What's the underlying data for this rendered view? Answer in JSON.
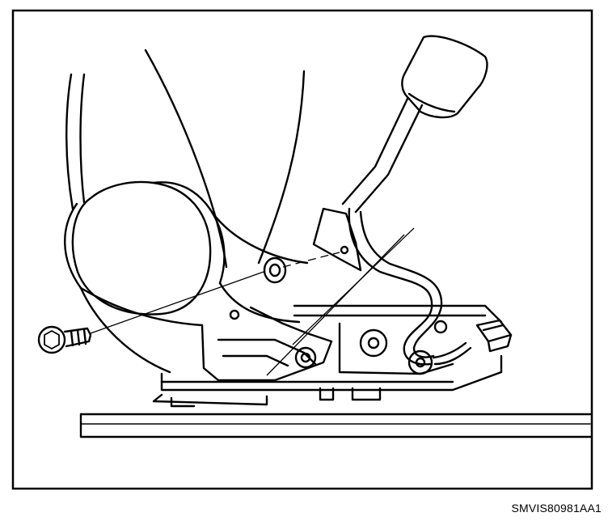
{
  "figure": {
    "code": "SMVIS80981AA1",
    "ink_color": "#000000",
    "paper_color": "#ffffff",
    "components": [
      "seat-cushion",
      "recliner-cover",
      "recliner-lever",
      "lever-knob",
      "wiring-harness",
      "electrical-connector",
      "seat-track",
      "bolt"
    ]
  }
}
